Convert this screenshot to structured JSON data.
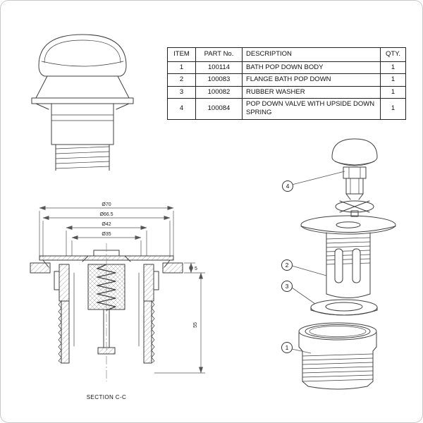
{
  "table": {
    "headers": [
      "ITEM",
      "PART No.",
      "DESCRIPTION",
      "QTY."
    ],
    "rows": [
      {
        "item": "1",
        "part_no": "100114",
        "description": "BATH POP DOWN BODY",
        "qty": "1"
      },
      {
        "item": "2",
        "part_no": "100083",
        "description": "FLANGE BATH POP DOWN",
        "qty": "1"
      },
      {
        "item": "3",
        "part_no": "100082",
        "description": "RUBBER WASHER",
        "qty": "1"
      },
      {
        "item": "4",
        "part_no": "100084",
        "description": "POP DOWN VALVE WITH UPSIDE DOWN SPRING",
        "qty": "1"
      }
    ]
  },
  "section_view": {
    "dim_d70": "Ø70",
    "dim_d66_5": "Ø66.5",
    "dim_d42": "Ø42",
    "dim_d35": "Ø35",
    "dim_5": "5",
    "dim_55": "55",
    "label": "SECTION C-C"
  },
  "exploded_view": {
    "callout_1": "1",
    "callout_2": "2",
    "callout_3": "3",
    "callout_4": "4"
  },
  "colors": {
    "line": "#3f3f3f",
    "sheet_border": "#c9c9c9",
    "background": "#ffffff"
  }
}
